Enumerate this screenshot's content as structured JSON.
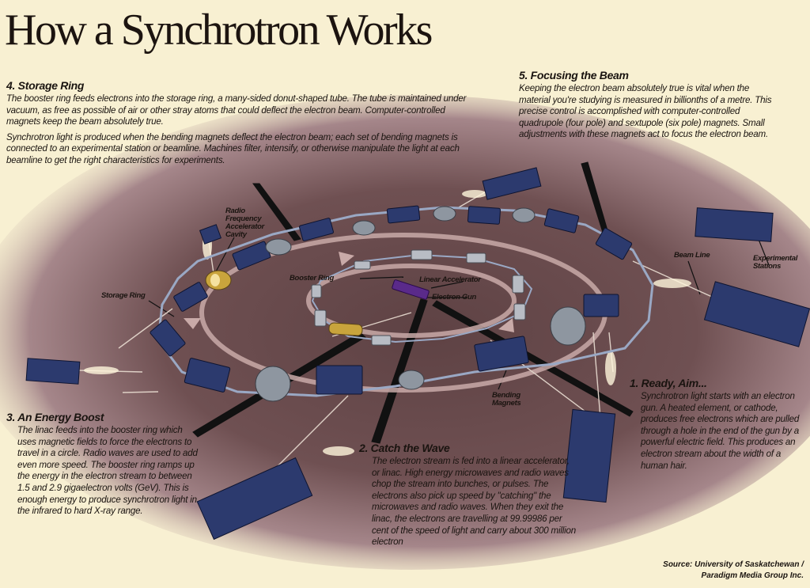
{
  "title": "How a Synchrotron Works",
  "sections": {
    "storage_ring": {
      "heading": "4. Storage Ring",
      "p1": "The booster ring feeds electrons into the storage ring, a many-sided donut-shaped tube. The tube is maintained under vacuum, as free as possible of air or other stray atoms that could deflect the electron beam. Computer-controlled magnets keep the beam absolutely true.",
      "p2": "Synchrotron light is produced when the bending magnets deflect the electron beam; each set of bending magnets is connected to an experimental station or beamline. Machines filter, intensify, or otherwise manipulate the light at each beamline to get the right characteristics for experiments."
    },
    "focusing": {
      "heading": "5. Focusing the Beam",
      "p1": "Keeping the electron beam absolutely true is vital when the material you're studying is measured in billionths of a metre. This precise control is accomplished with computer-controlled quadrupole (four pole) and sextupole (six pole) magnets. Small adjustments with these magnets act to focus the electron beam."
    },
    "energy_boost": {
      "heading": "3. An Energy Boost",
      "p1": "The linac feeds into the booster ring which uses magnetic fields to force the electrons to travel in a circle. Radio waves are used to add even more speed. The booster ring ramps up the energy in the electron stream to between 1.5 and 2.9 gigaelectron volts (GeV). This is enough energy to produce synchrotron light in the infrared to hard X-ray range."
    },
    "catch_wave": {
      "heading": "2. Catch the Wave",
      "p1": "The electron stream is fed into a linear accelerator, or linac. High energy microwaves and radio waves chop the stream into bunches, or pulses. The electrons also pick up speed by \"catching\" the microwaves and radio waves. When they exit the linac, the electrons are travelling at 99.99986 per cent of the speed of light and carry about 300 million electron"
    },
    "ready_aim": {
      "heading": "1. Ready, Aim...",
      "p1": "Synchrotron light starts with an electron gun. A heated element, or cathode, produces free electrons which are pulled through a hole in the end of the gun by a powerful electric field. This produces an electron stream about the width of a human hair."
    }
  },
  "labels": {
    "rf_line1": "Radio",
    "rf_line2": "Frequency",
    "rf_line3": "Accelerator",
    "rf_line4": "Cavity",
    "storage_ring": "Storage Ring",
    "booster_ring": "Booster Ring",
    "linear_accelerator": "Linear Accelerator",
    "electron_gun": "Electron Gun",
    "beam_line": "Beam Line",
    "exp_line1": "Experimental",
    "exp_line2": "Stations",
    "bending_line1": "Bending",
    "bending_line2": "Magnets"
  },
  "source": {
    "line1": "Source: University of Saskatchewan /",
    "line2": "Paradigm Media Group Inc."
  },
  "colors": {
    "page_bg": "#f8f0d2",
    "floor": "#6e4e4e",
    "magnet": "#2c3a6e",
    "quadrupole": "#8e96a0",
    "rf_cavity": "#c9a43c",
    "electron_gun": "#5a2a8a",
    "beam": "#f6ecd6"
  }
}
